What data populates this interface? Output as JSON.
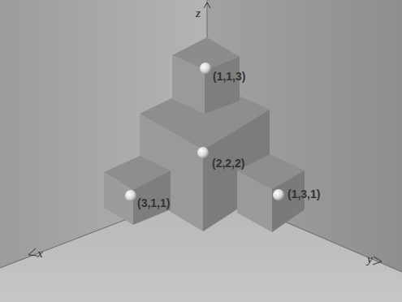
{
  "diagram": {
    "labels": [
      "z",
      "(1,1,3)",
      "(2,2,2)",
      "(3,1,1)",
      "(1,3,1)",
      "x",
      "y"
    ]
  }
}
